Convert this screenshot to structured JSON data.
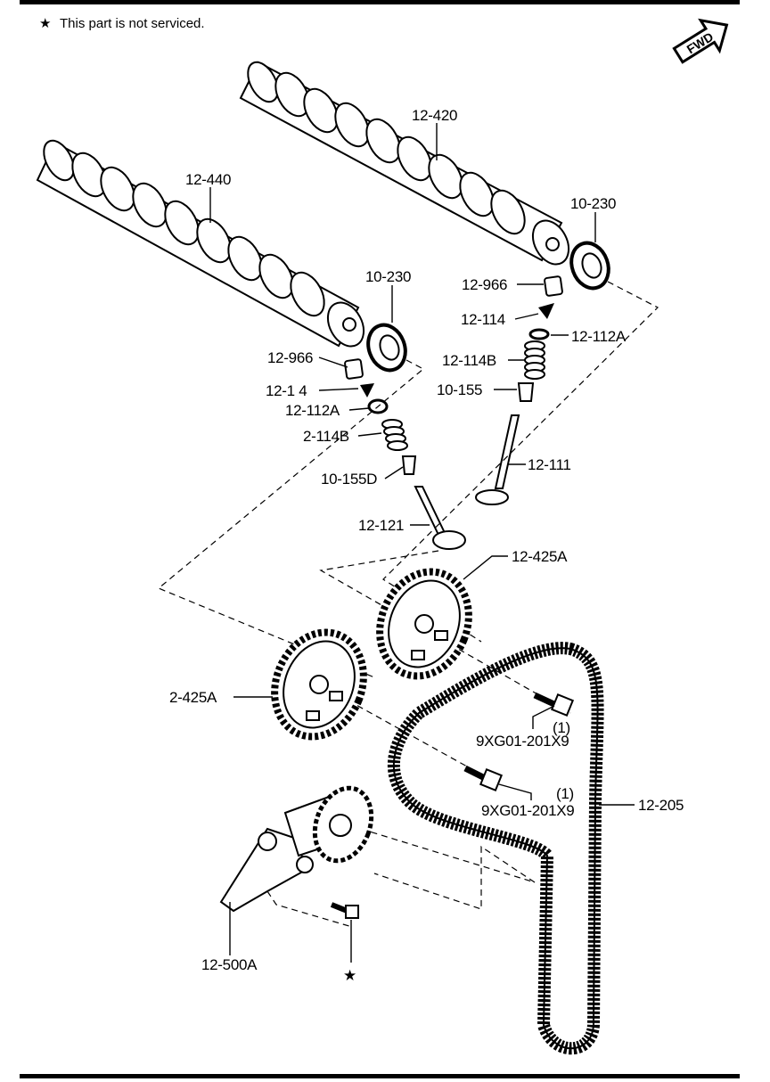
{
  "note": {
    "star": "★",
    "text": "This part is not serviced."
  },
  "fwd": {
    "label": "FWD"
  },
  "callouts": {
    "camshaft_exhaust": "12-420",
    "camshaft_intake": "12-440",
    "seal_right": "10-230",
    "seal_left": "10-230",
    "tappet_right": "12-966",
    "tappet_left": "12-966",
    "keeper_right": "12-114",
    "keeper_left": "12-1 4",
    "retainer_right": "12-112A",
    "retainer_left": "12-112A",
    "spring_right": "12-114B",
    "spring_left": "2-114B",
    "valve_seal_right": "10-155",
    "valve_seal_left": "10-155D",
    "valve_exhaust": "12-111",
    "valve_intake": "12-121",
    "pulley_right": "12-425A",
    "pulley_left": "2-425A",
    "bolt_upper": "9XG01-201X9",
    "bolt_upper_qty": "(1)",
    "bolt_lower": "9XG01-201X9",
    "bolt_lower_qty": "(1)",
    "timing_belt": "12-205",
    "tensioner": "12-500A",
    "tensioner_bolt_star": "★"
  }
}
